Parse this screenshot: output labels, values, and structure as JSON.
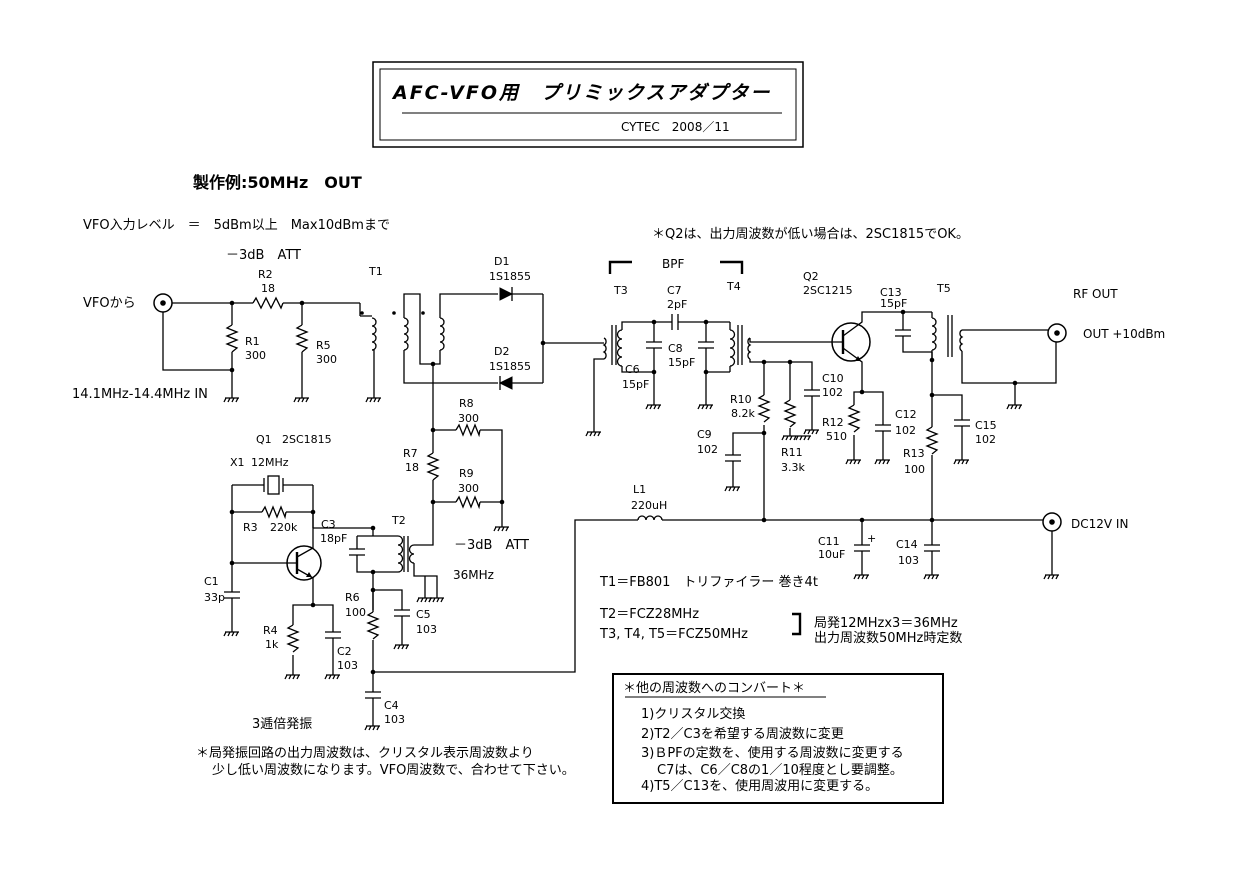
{
  "title": {
    "main": "AFC-VFO用　プリミックスアダプター",
    "credit": "CYTEC　2008／11"
  },
  "heading": "製作例:50MHz　OUT",
  "notes": {
    "vfo_level": "VFO入力レベル　＝　5dBm以上　Max10dBmまで",
    "q2_note": "＊Q2は、出力周波数が低い場合は、2SC1815でOK。",
    "local_osc_line1": "＊局発振回路の出力周波数は、クリスタル表示周波数より",
    "local_osc_line2": "少し低い周波数になります。VFO周波数で、合わせて下さい。",
    "tripler": "3逓倍発振",
    "t1_spec": "T1＝FB801　トリファイラー 巻き4t",
    "t2_spec": "T2＝FCZ28MHz",
    "t345_spec": "T3, T4, T5＝FCZ50MHz",
    "bracket_line1": "局発12MHzx3＝36MHz",
    "bracket_line2": "出力周波数50MHz時定数"
  },
  "ports": {
    "vfo_in": "VFOから",
    "vfo_range": "14.1MHz-14.4MHz IN",
    "att1": "－3dB　ATT",
    "att2": "－3dB　ATT",
    "rf_out_title": "RF OUT",
    "rf_out": "OUT +10dBm",
    "dc_in": "DC12V IN",
    "osc_freq": "36MHz",
    "bpf": "BPF"
  },
  "components": {
    "R1": {
      "name": "R1",
      "value": "300"
    },
    "R2": {
      "name": "R2",
      "value": "18"
    },
    "R3": {
      "name": "R3",
      "value": "220k"
    },
    "R4": {
      "name": "R4",
      "value": "1k"
    },
    "R5": {
      "name": "R5",
      "value": "300"
    },
    "R6": {
      "name": "R6",
      "value": "100"
    },
    "R7": {
      "name": "R7",
      "value": "18"
    },
    "R8": {
      "name": "R8",
      "value": "300"
    },
    "R9": {
      "name": "R9",
      "value": "300"
    },
    "R10": {
      "name": "R10",
      "value": "8.2k"
    },
    "R11": {
      "name": "R11",
      "value": "3.3k"
    },
    "R12": {
      "name": "R12",
      "value": "510"
    },
    "R13": {
      "name": "R13",
      "value": "100"
    },
    "C1": {
      "name": "C1",
      "value": "33p"
    },
    "C2": {
      "name": "C2",
      "value": "103"
    },
    "C3": {
      "name": "C3",
      "value": "18pF"
    },
    "C4": {
      "name": "C4",
      "value": "103"
    },
    "C5": {
      "name": "C5",
      "value": "103"
    },
    "C6": {
      "name": "C6",
      "value": "15pF"
    },
    "C7": {
      "name": "C7",
      "value": "2pF"
    },
    "C8": {
      "name": "C8",
      "value": "15pF"
    },
    "C9": {
      "name": "C9",
      "value": "102"
    },
    "C10": {
      "name": "C10",
      "value": "102"
    },
    "C11": {
      "name": "C11",
      "value": "10uF"
    },
    "C12": {
      "name": "C12",
      "value": "102"
    },
    "C13": {
      "name": "C13",
      "value": "15pF"
    },
    "C14": {
      "name": "C14",
      "value": "103"
    },
    "C15": {
      "name": "C15",
      "value": "102"
    },
    "D1": {
      "name": "D1",
      "value": "1S1855"
    },
    "D2": {
      "name": "D2",
      "value": "1S1855"
    },
    "Q1": {
      "name": "Q1",
      "value": "2SC1815"
    },
    "Q2": {
      "name": "Q2",
      "value": "2SC1215"
    },
    "X1": {
      "name": "X1",
      "value": "12MHz"
    },
    "L1": {
      "name": "L1",
      "value": "220uH"
    },
    "T1": {
      "name": "T1"
    },
    "T2": {
      "name": "T2"
    },
    "T3": {
      "name": "T3"
    },
    "T4": {
      "name": "T4"
    },
    "T5": {
      "name": "T5"
    }
  },
  "conversion_box": {
    "title": "＊他の周波数へのコンバート＊",
    "items": [
      "1)クリスタル交換",
      "2)T2／C3を希望する周波数に変更",
      "3)ＢPFの定数を、使用する周波数に変更する",
      "C7は、C6／C8の1／10程度とし要調整。",
      "4)T5／C13を、使用周波用に変更する。"
    ]
  }
}
